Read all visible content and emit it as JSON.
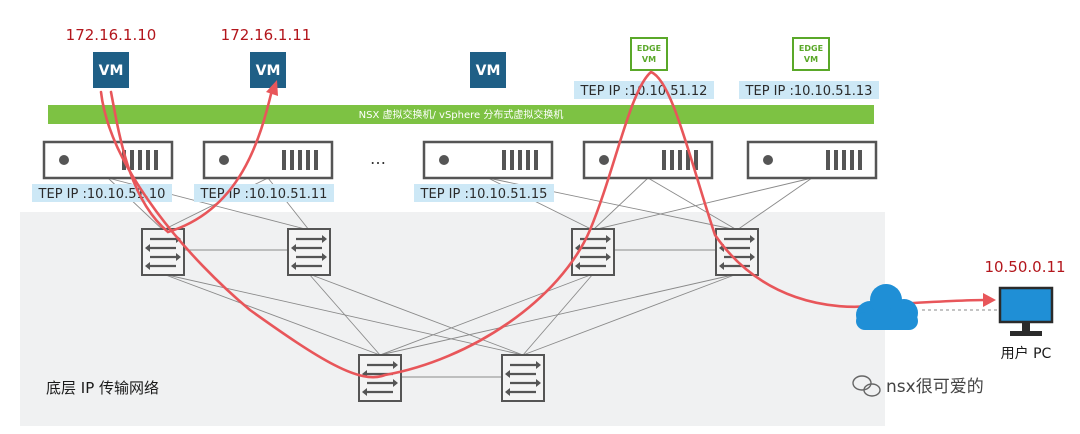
{
  "top_ips": [
    "172.16.1.10",
    "172.16.1.11"
  ],
  "remote_ip": "10.50.0.11",
  "vm_label": "VM",
  "edge_vm_line1": "EDGE",
  "edge_vm_line2": "VM",
  "vds_label": "NSX 虚拟交换机/ vSphere 分布式虚拟交换机",
  "tep_labels": [
    "TEP IP :10.10.51.10",
    "TEP IP :10.10.51.11",
    "TEP IP :10.10.51.15",
    "TEP IP :10.10.51.12",
    "TEP IP :10.10.51.13"
  ],
  "ellipsis": "…",
  "underlay_label": "底层 IP 传输网络",
  "user_pc_label": "用户 PC",
  "watermark": "nsx很可爱的",
  "colors": {
    "vm_blue": "#1f5f86",
    "vds_green": "#7dc243",
    "edge_green": "#5aa829",
    "tep_bg": "#cde8f6",
    "path_red": "#e8565a",
    "ip_red": "#b3161c",
    "underlay_bg": "#f0f1f2",
    "device_gray": "#555555",
    "cloud_blue": "#1f8fd6"
  }
}
